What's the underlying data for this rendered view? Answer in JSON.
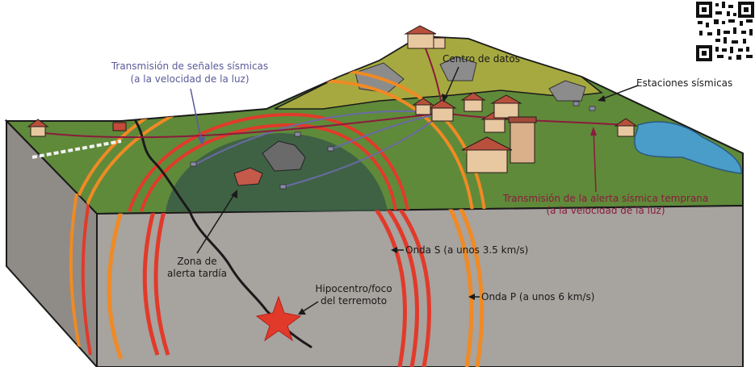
{
  "labels": {
    "signal_transmission_line1": "Transmisión de señales sísmicas",
    "signal_transmission_line2": "(a la velocidad de la luz)",
    "data_center": "Centro de datos",
    "seismic_stations": "Estaciones sísmicas",
    "alert_transmission_line1": "Transmisión de la alerta sísmica temprana",
    "alert_transmission_line2": "(a la velocidad de la luz)",
    "late_alert_zone_line1": "Zona de",
    "late_alert_zone_line2": "alerta tardía",
    "s_wave": "Onda S (a unos 3.5 km/s)",
    "hypocenter_line1": "Hipocentro/foco",
    "hypocenter_line2": "del terremoto",
    "p_wave": "Onda P (a unos 6 km/s)"
  },
  "colors": {
    "signal_label": "#5a5a9a",
    "alert_label": "#8a1c3c",
    "text": "#1a1a1a",
    "s_wave": "#e23a2a",
    "p_wave": "#f08a24",
    "ground_top": "#5f8a3a",
    "cross_section": "#a7a39f",
    "hill": "#a6a93f",
    "water": "#4a9cc9"
  },
  "icons": [
    "qr-code-icon",
    "epicenter-star-icon"
  ]
}
